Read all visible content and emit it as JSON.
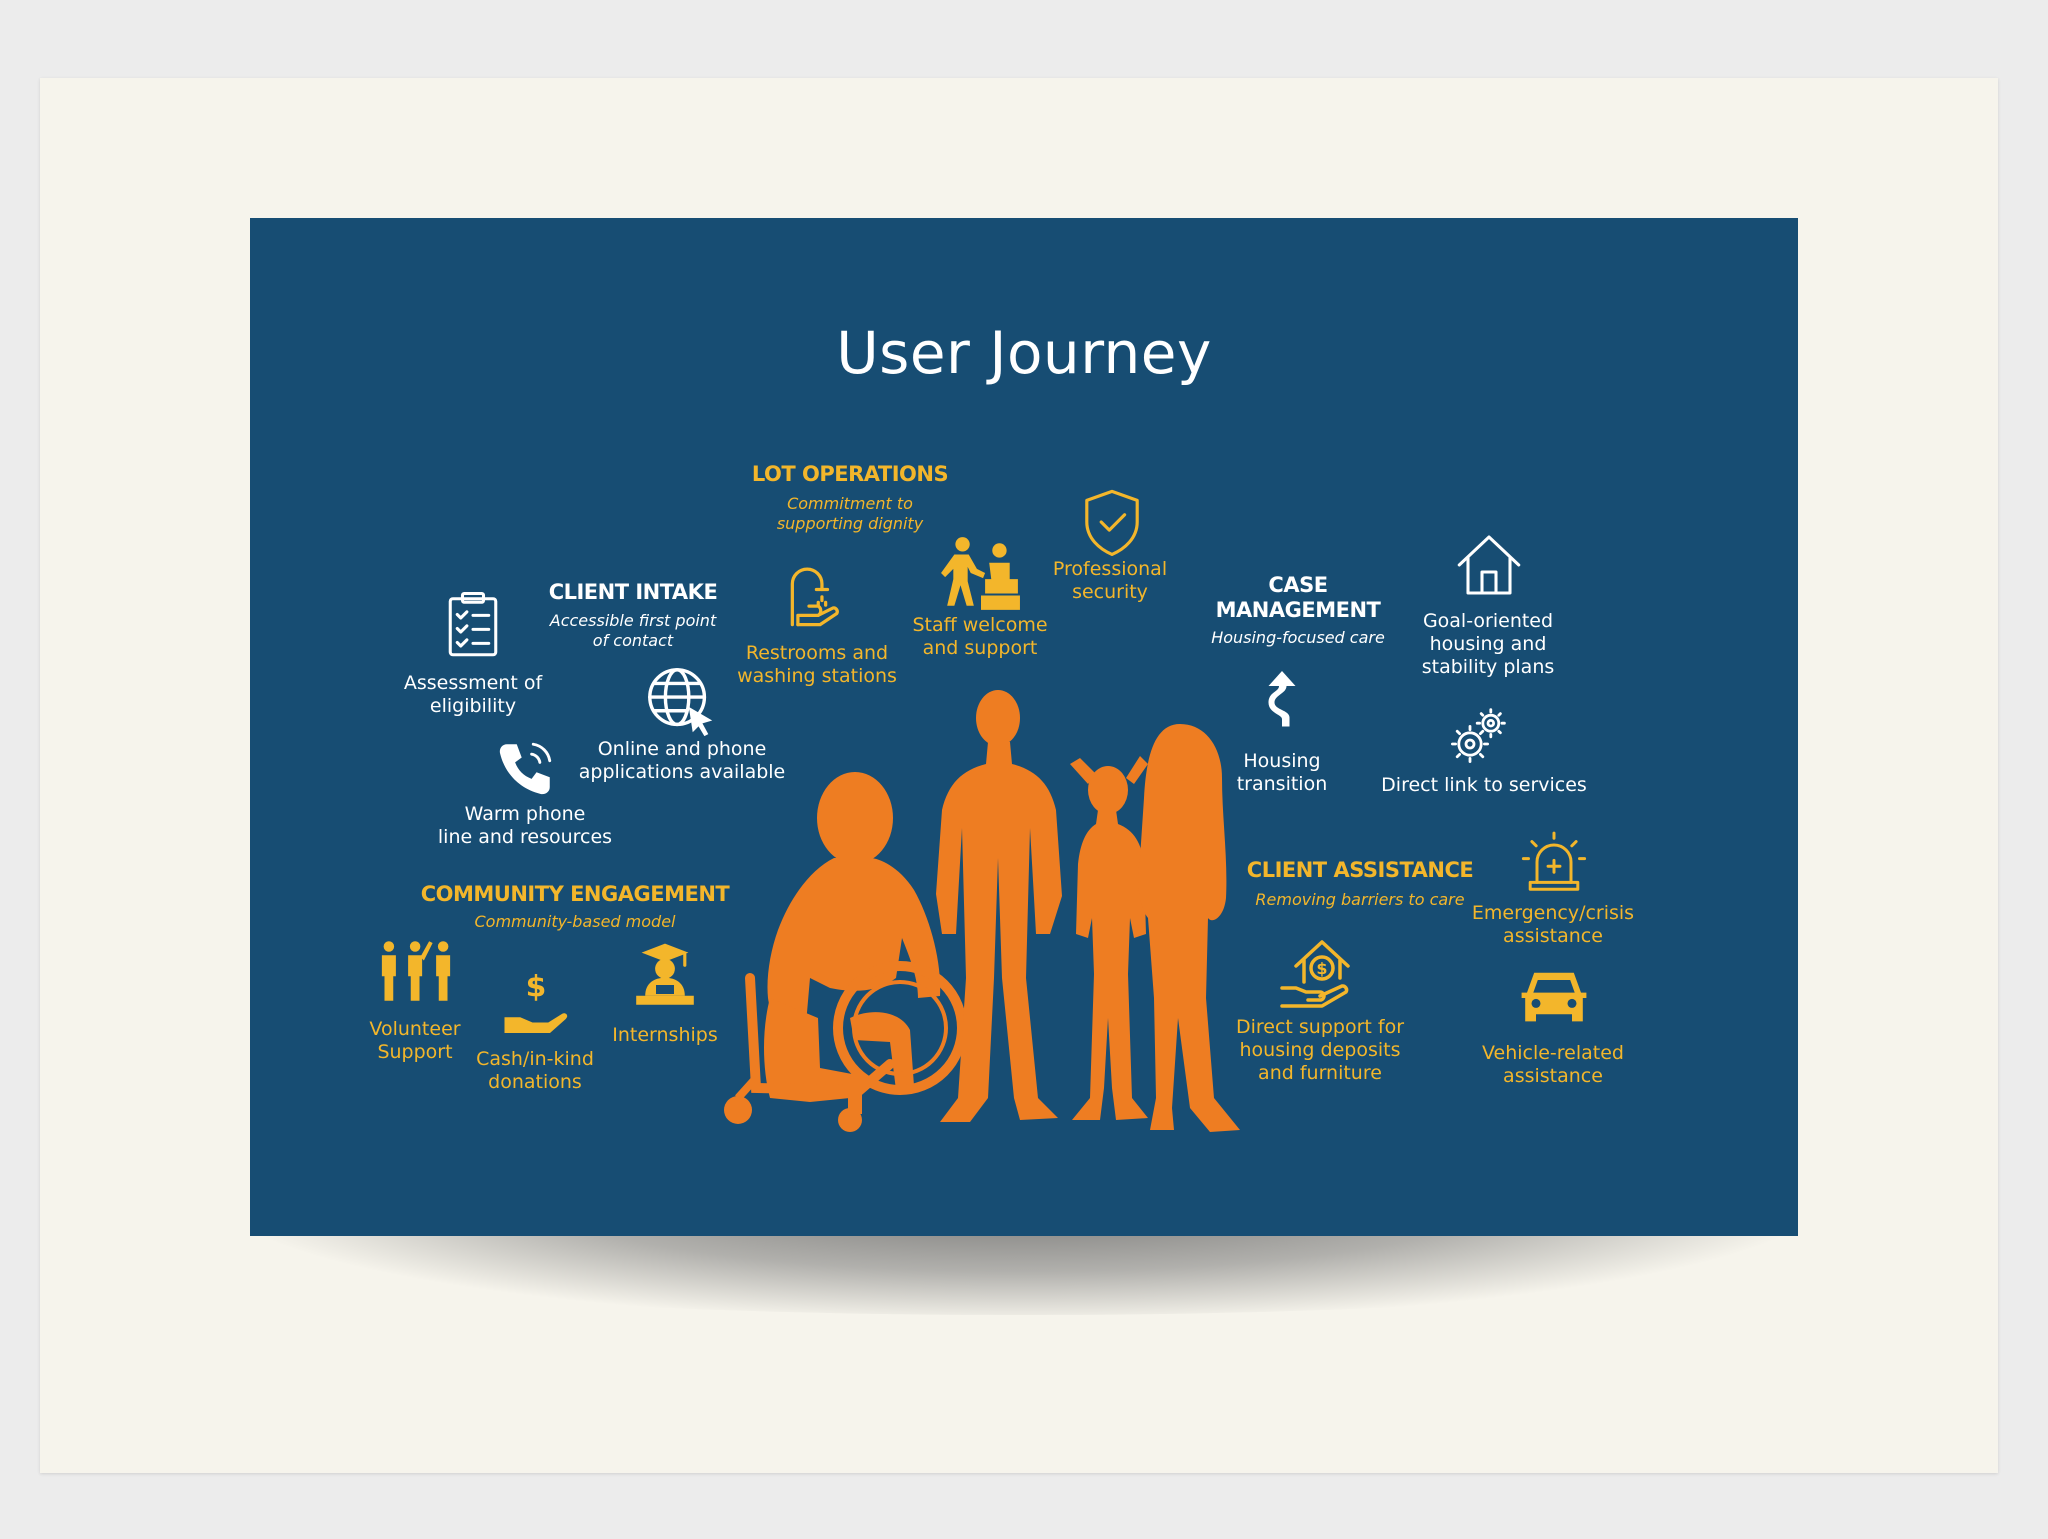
{
  "title": "User Journey",
  "colors": {
    "poster": "#174d73",
    "accent_yellow": "#f3b62b",
    "silhouette_orange": "#ee7d22",
    "text_white": "#ffffff"
  },
  "sections": {
    "lot_operations": {
      "heading": "LOT OPERATIONS",
      "subtitle": "Commitment to\nsupporting dignity",
      "items": [
        {
          "icon": "handwashing-icon",
          "label": "Restrooms and\nwashing stations"
        },
        {
          "icon": "staff-welcome-icon",
          "label": "Staff welcome\nand support"
        },
        {
          "icon": "shield-check-icon",
          "label": "Professional\nsecurity"
        }
      ]
    },
    "client_intake": {
      "heading": "CLIENT INTAKE",
      "subtitle": "Accessible first point\nof contact",
      "items": [
        {
          "icon": "clipboard-checklist-icon",
          "label": "Assessment of\neligibility"
        },
        {
          "icon": "globe-cursor-icon",
          "label": "Online and phone\napplications available"
        },
        {
          "icon": "phone-ringing-icon",
          "label": "Warm phone\nline and resources"
        }
      ]
    },
    "case_management": {
      "heading": "CASE\nMANAGEMENT",
      "subtitle": "Housing-focused care",
      "items": [
        {
          "icon": "house-icon",
          "label": "Goal-oriented\nhousing and\nstability plans"
        },
        {
          "icon": "winding-arrow-icon",
          "label": "Housing\ntransition"
        },
        {
          "icon": "gears-icon",
          "label": "Direct link to services"
        }
      ]
    },
    "community_engagement": {
      "heading": "COMMUNITY ENGAGEMENT",
      "subtitle": "Community-based model",
      "items": [
        {
          "icon": "volunteers-icon",
          "label": "Volunteer\nSupport"
        },
        {
          "icon": "hand-dollar-icon",
          "label": "Cash/in-kind\ndonations"
        },
        {
          "icon": "graduate-laptop-icon",
          "label": "Internships"
        }
      ]
    },
    "client_assistance": {
      "heading": "CLIENT ASSISTANCE",
      "subtitle": "Removing barriers to care",
      "items": [
        {
          "icon": "emergency-siren-icon",
          "label": "Emergency/crisis\nassistance"
        },
        {
          "icon": "house-dollar-hand-icon",
          "label": "Direct support for\nhousing deposits\nand furniture"
        },
        {
          "icon": "car-icon",
          "label": "Vehicle-related\nassistance"
        }
      ]
    }
  }
}
